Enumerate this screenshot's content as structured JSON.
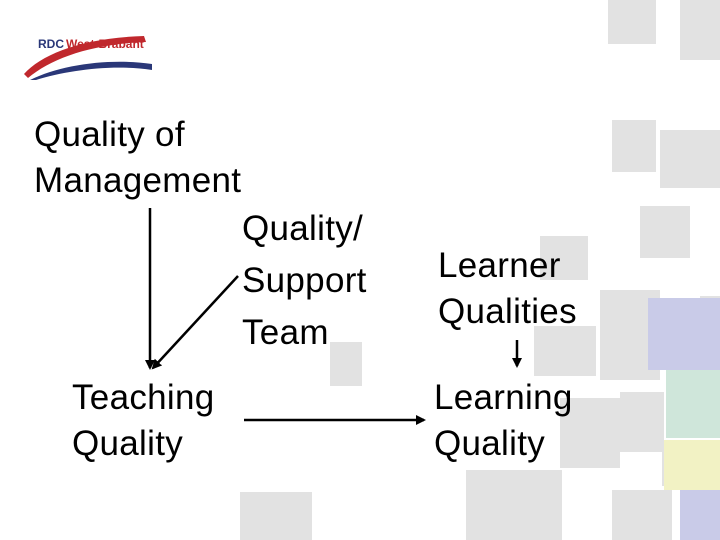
{
  "logo": {
    "text": "RDC West-Brabant",
    "colors": {
      "red": "#c0282d",
      "navy": "#2a3778"
    }
  },
  "nodes": {
    "management": {
      "line1": "Quality of",
      "line2": "Management"
    },
    "support": {
      "line1": "Quality/",
      "line2": "Support",
      "line3": "Team"
    },
    "teaching": {
      "line1": "Teaching",
      "line2": "Quality"
    },
    "learner": {
      "line1": "Learner",
      "line2": "Qualities"
    },
    "learning": {
      "line1": "Learning",
      "line2": "Quality"
    }
  },
  "arrows": [
    {
      "from": "management",
      "to": "teaching"
    },
    {
      "from": "support",
      "to": "teaching"
    },
    {
      "from": "teaching",
      "to": "learning"
    },
    {
      "from": "learner",
      "to": "learning"
    }
  ],
  "palette": {
    "square_grey": "#e2e2e2",
    "square_lavender": "#c9cbe8",
    "square_mint": "#cfe6da",
    "square_yellow": "#f2f2c4"
  }
}
